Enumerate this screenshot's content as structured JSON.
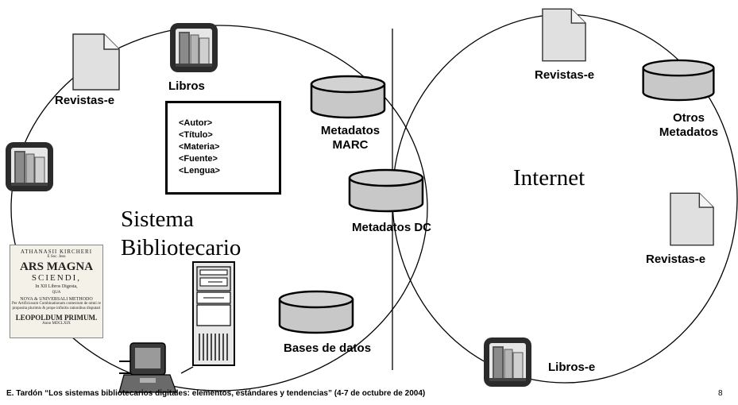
{
  "regions": {
    "library": "Sistema Bibliotecario",
    "internet": "Internet"
  },
  "library_items": {
    "books_top": "Libros",
    "ejournals_left": "Revistas-e",
    "metadata_fields": [
      "<Autor>",
      "<Título>",
      "<Materia>",
      "<Fuente>",
      "<Lengua>"
    ]
  },
  "shared_items": {
    "marc": "Metadatos MARC",
    "dc": "Metadatos DC",
    "databases": "Bases de datos"
  },
  "internet_items": {
    "ejournals_top": "Revistas-e",
    "other_metadata": "Otros Metadatos",
    "ejournals_right": "Revistas-e",
    "ebooks": "Libros-e"
  },
  "book_cover": {
    "line1": "ATHANASII KIRCHERI",
    "line2": "E Soc. Jesu",
    "line3": "ARS MAGNA",
    "line4": "SCIENDI,",
    "line5": "In XII Libros Digesta,",
    "line6": "QUA",
    "line7": "NOVA & UNIVERSALI METHODO",
    "line8": "Per Artificiosum Combinationum contextum de omni re proposita plurimis & prope infinitis rationibus disputari",
    "line9": "LEOPOLDUM PRIMUM.",
    "line10": "Anno MDCLXIX"
  },
  "footer": {
    "text": "E. Tardón “Los sistemas bibliotecarios digitales: elementos, estándares y tendencias” (4-7 de octubre de 2004)",
    "page": "8"
  },
  "icons": [
    "book-icon",
    "document-icon",
    "database-icon",
    "server-icon",
    "computer-icon"
  ]
}
